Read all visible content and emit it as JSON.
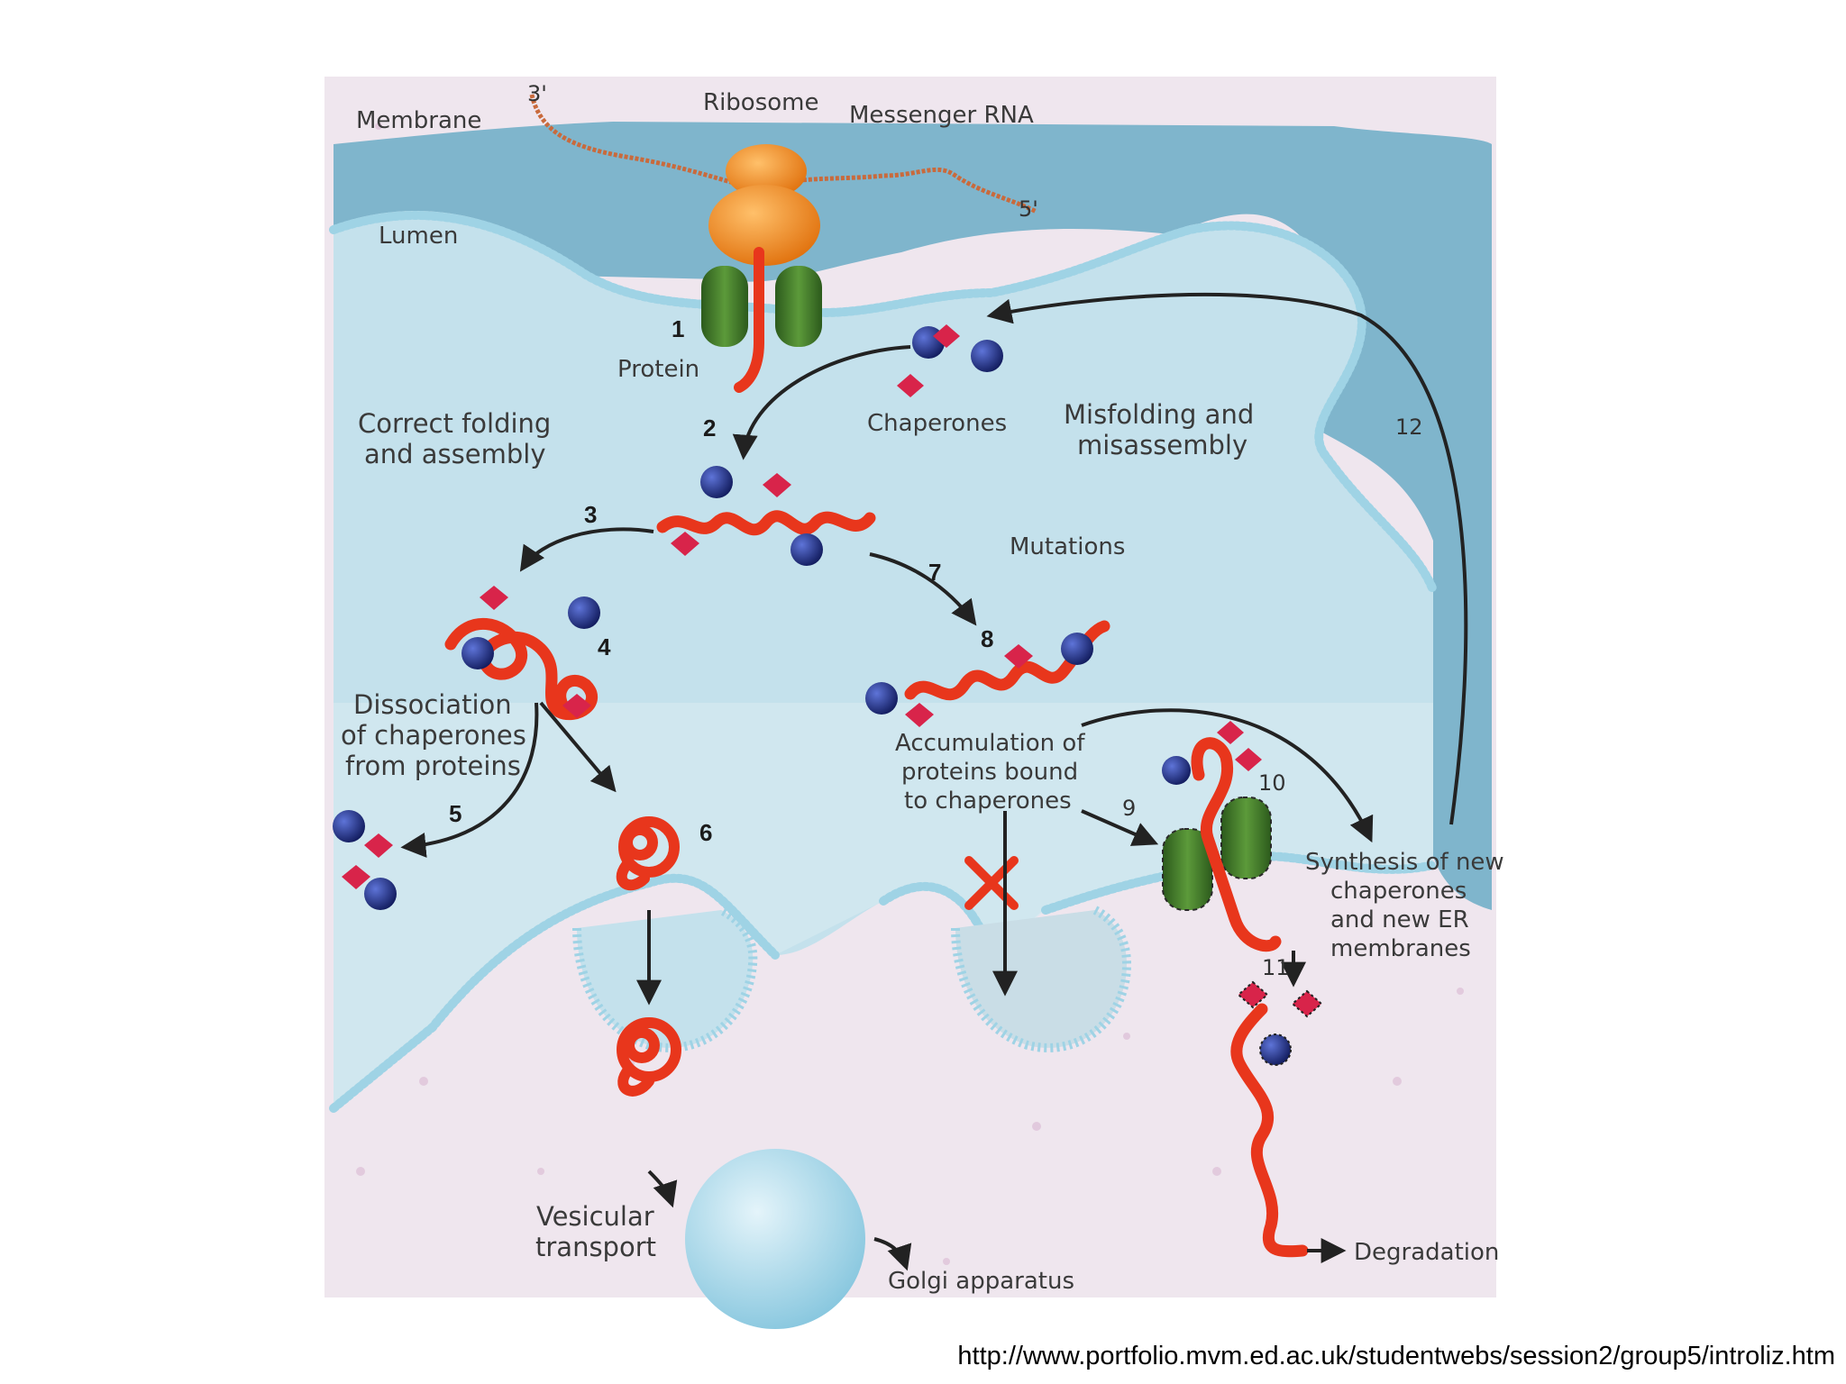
{
  "labels": {
    "membrane": "Membrane",
    "three_prime": "3'",
    "five_prime": "5'",
    "ribosome": "Ribosome",
    "messenger_rna": "Messenger RNA",
    "lumen": "Lumen",
    "protein": "Protein",
    "chaperones": "Chaperones",
    "correct_folding_1": "Correct folding",
    "correct_folding_2": "and assembly",
    "misfolding_1": "Misfolding and",
    "misfolding_2": "misassembly",
    "mutations": "Mutations",
    "dissociation_1": "Dissociation",
    "dissociation_2": "of chaperones",
    "dissociation_3": "from proteins",
    "accumulation_1": "Accumulation of",
    "accumulation_2": "proteins bound",
    "accumulation_3": "to chaperones",
    "synthesis_1": "Synthesis of new",
    "synthesis_2": "chaperones",
    "synthesis_3": "and new ER",
    "synthesis_4": "membranes",
    "vesicular_1": "Vesicular",
    "vesicular_2": "transport",
    "golgi": "Golgi apparatus",
    "degradation": "Degradation"
  },
  "steps": {
    "s1": "1",
    "s2": "2",
    "s3": "3",
    "s4": "4",
    "s5": "5",
    "s6": "6",
    "s7": "7",
    "s8": "8",
    "s9": "9",
    "s10": "10",
    "s11": "11",
    "s12": "12"
  },
  "source_url": "http://www.portfolio.mvm.ed.ac.uk/studentwebs/session2/group5/introliz.htm",
  "colors": {
    "lumen": "#c4e1ec",
    "membrane": "#a8d6e6",
    "cytosol": "#efe6ee",
    "protein": "#e8361c",
    "chaperone_ball": "#1e2f8a",
    "chaperone_diamond": "#d8244a",
    "ribosome": "#f08a1c",
    "translocon": "#3f7a2a"
  }
}
